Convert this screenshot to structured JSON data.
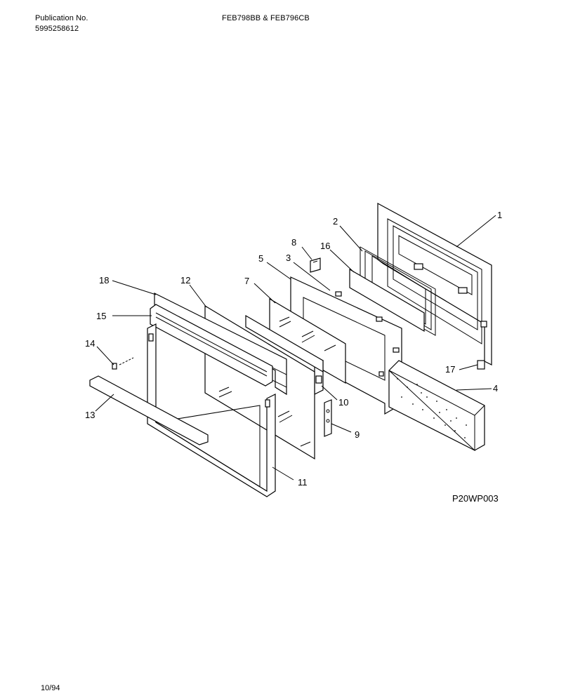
{
  "header": {
    "publication_label": "Publication No.",
    "publication_number": "5995258612",
    "models": "FEB798BB & FEB796CB"
  },
  "figure_code": "P20WP003",
  "date": "10/94",
  "callouts": {
    "c1": "1",
    "c2": "2",
    "c3": "3",
    "c4": "4",
    "c5": "5",
    "c7": "7",
    "c8": "8",
    "c9": "9",
    "c10": "10",
    "c11": "11",
    "c12": "12",
    "c13": "13",
    "c14": "14",
    "c15": "15",
    "c16": "16",
    "c17": "17",
    "c18": "18"
  }
}
